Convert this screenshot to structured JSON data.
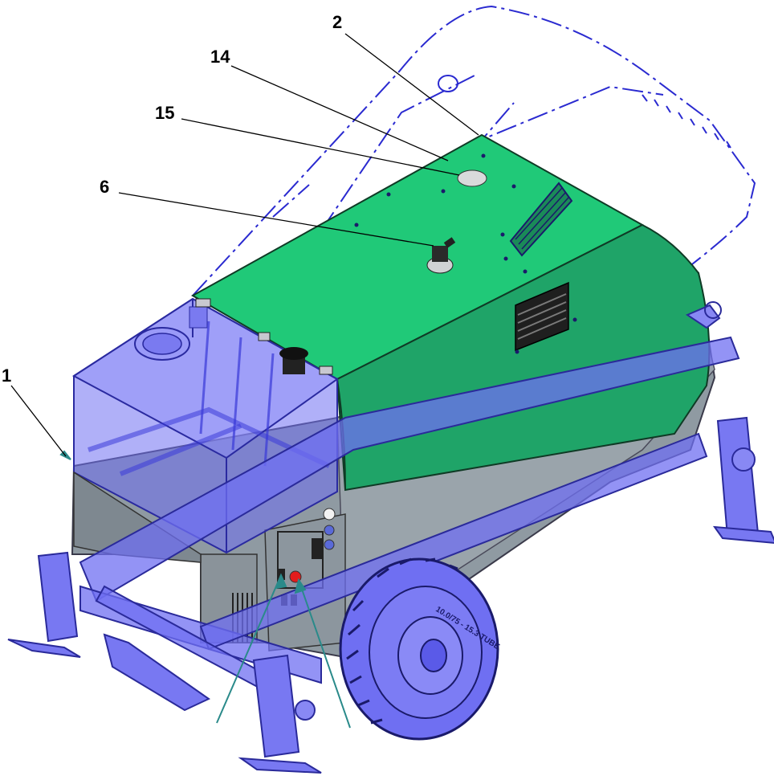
{
  "callouts": [
    {
      "id": "c1",
      "label": "1"
    },
    {
      "id": "c2",
      "label": "2"
    },
    {
      "id": "c14",
      "label": "14"
    },
    {
      "id": "c15",
      "label": "15"
    },
    {
      "id": "c6",
      "label": "6"
    }
  ],
  "tire": {
    "sidewall_text": "10.0/75 - 15.3 TUBE"
  },
  "colors": {
    "hood_green": "#20b870",
    "hood_green_dark": "#1a8a58",
    "frame_blue": "#6f6ff2",
    "frame_blue_dark": "#3a3ad8",
    "panel_gray": "#8f9aa2",
    "outline_blue": "#2a2ad0",
    "leader_line": "#000000",
    "arrow_teal": "#2a8a8a"
  }
}
